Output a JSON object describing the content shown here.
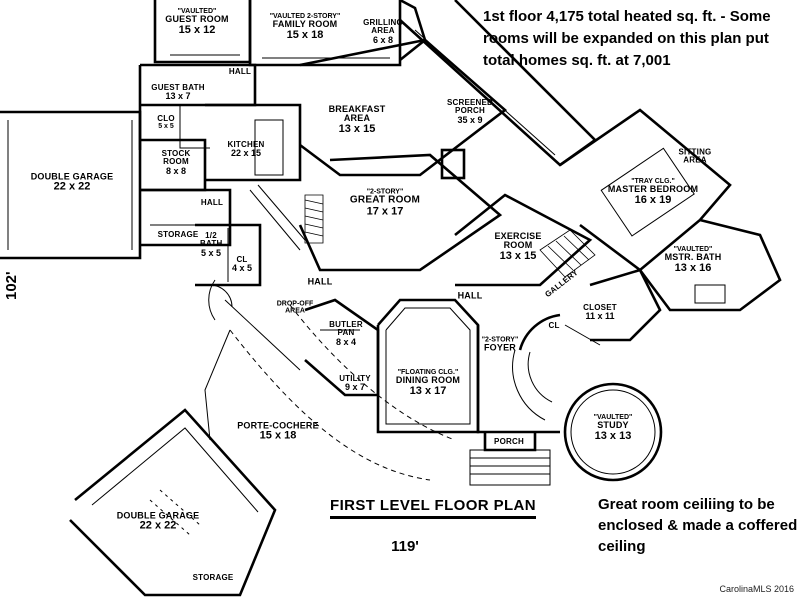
{
  "annotations": {
    "top_note": "1st floor 4,175 total heated sq. ft. - Some rooms will be expanded on this plan put total homes sq. ft. at 7,001",
    "bottom_note": "Great room ceiliing to be enclosed & made a coffered ceiling"
  },
  "plan": {
    "title": "FIRST LEVEL FLOOR PLAN",
    "width_dim": "119'",
    "height_dim": "102'"
  },
  "credit": "CarolinaMLS 2016",
  "rooms": {
    "guest_room": {
      "note": "\"VAULTED\"",
      "name": "GUEST ROOM",
      "size": "15 x 12"
    },
    "family_room": {
      "note": "\"VAULTED 2-STORY\"",
      "name": "FAMILY ROOM",
      "size": "15 x 18"
    },
    "grilling_area": {
      "name": "GRILLING AREA",
      "size": "6 x 8"
    },
    "guest_bath": {
      "name": "GUEST BATH",
      "size": "13 x 7"
    },
    "clo": {
      "name": "CLO",
      "size": "5 x 5"
    },
    "hall_upper": {
      "name": "HALL"
    },
    "breakfast_area": {
      "name": "BREAKFAST AREA",
      "size": "13 x 15"
    },
    "screened_porch": {
      "name": "SCREENED PORCH",
      "size": "35 x 9"
    },
    "kitchen": {
      "name": "KITCHEN",
      "size": "22 x 15"
    },
    "stock_room": {
      "name": "STOCK ROOM",
      "size": "8 x 8"
    },
    "double_garage_1": {
      "name": "DOUBLE GARAGE",
      "size": "22 x 22"
    },
    "hall_left": {
      "name": "HALL"
    },
    "storage_left": {
      "name": "STORAGE"
    },
    "great_room": {
      "note": "\"2-STORY\"",
      "name": "GREAT ROOM",
      "size": "17 x 17"
    },
    "half_bath": {
      "name": "1/2 BATH",
      "size": "5 x 5"
    },
    "cl": {
      "name": "CL",
      "size": "4 x 5"
    },
    "hall_center": {
      "name": "HALL"
    },
    "drop_off": {
      "name": "DROP-OFF AREA"
    },
    "butler_pan": {
      "name": "BUTLER PAN",
      "size": "8 x 4"
    },
    "utility": {
      "name": "UTILITY",
      "size": "9 x 7"
    },
    "dining_room": {
      "note": "\"FLOATING CLG.\"",
      "name": "DINING ROOM",
      "size": "13 x 17"
    },
    "foyer": {
      "note": "\"2-STORY\"",
      "name": "FOYER"
    },
    "hall_right": {
      "name": "HALL"
    },
    "exercise_room": {
      "name": "EXERCISE ROOM",
      "size": "13 x 15"
    },
    "gallery": {
      "name": "GALLERY"
    },
    "closet": {
      "name": "CLOSET",
      "size": "11 x 11"
    },
    "cl_right": {
      "name": "CL"
    },
    "sitting_area": {
      "name": "SITTING AREA"
    },
    "master_bedroom": {
      "note": "\"TRAY CLG.\"",
      "name": "MASTER BEDROOM",
      "size": "16 x 19"
    },
    "master_bath": {
      "note": "\"VAULTED\"",
      "name": "MSTR. BATH",
      "size": "13 x 16"
    },
    "study": {
      "note": "\"VAULTED\"",
      "name": "STUDY",
      "size": "13 x 13"
    },
    "porch": {
      "name": "PORCH"
    },
    "porte_cochere": {
      "name": "PORTE-COCHERE",
      "size": "15 x 18"
    },
    "double_garage_2": {
      "name": "DOUBLE GARAGE",
      "size": "22 x 22"
    },
    "storage_bottom": {
      "name": "STORAGE"
    }
  }
}
